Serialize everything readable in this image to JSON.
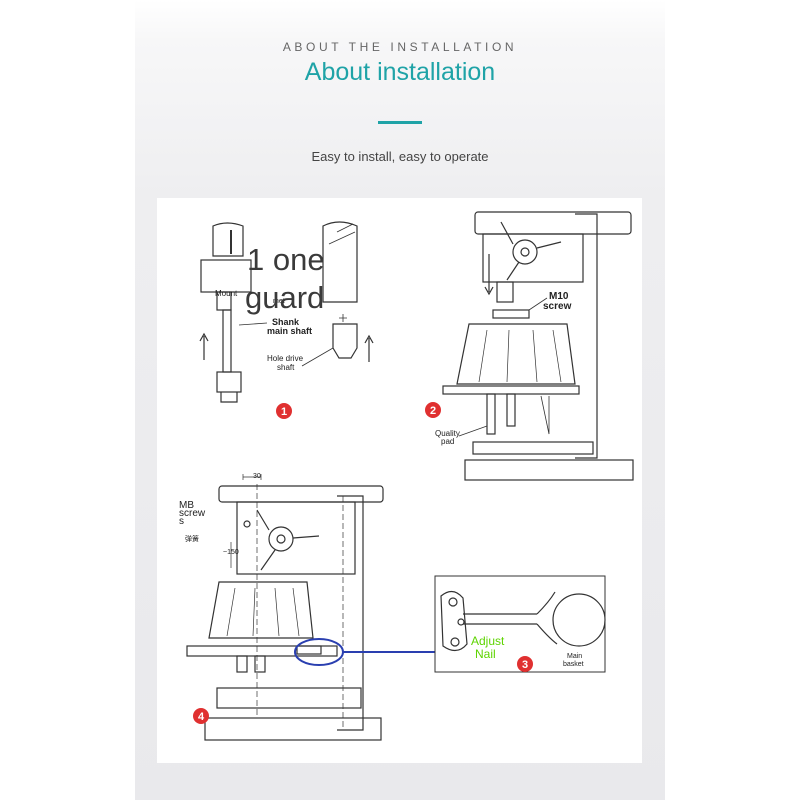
{
  "header": {
    "eyebrow": "ABOUT THE INSTALLATION",
    "title": "About installation",
    "subtitle": "Easy to install, easy to operate"
  },
  "colors": {
    "accent": "#1fa3a7",
    "marker": "#e03030",
    "annotation_green": "#5dd400",
    "highlight_blue": "#2a3fb0"
  },
  "diagram": {
    "overlay_line1": "1 one",
    "overlay_line2": "guard",
    "fig1": {
      "number": "1",
      "mount_label": "Mount",
      "met_label": "met",
      "shank_label": "Shank",
      "main_shaft_label": "main shaft",
      "hole_drive_label": "Hole drive",
      "shaft_label": "shaft"
    },
    "fig2": {
      "number": "2",
      "screw_label_1": "M10",
      "screw_label_2": "screw",
      "pad_label_1": "Quality",
      "pad_label_2": "pad"
    },
    "fig3": {
      "number": "3",
      "adjust_label_1": "Adjust",
      "adjust_label_2": "Nail",
      "basket_label_1": "Main",
      "basket_label_2": "basket"
    },
    "fig4": {
      "number": "4",
      "dim_30": "30",
      "dim_150": "~150",
      "mb_label_1": "MB",
      "mb_label_2": "screw",
      "mb_label_3": "s",
      "spring_label": "弹簧"
    }
  }
}
